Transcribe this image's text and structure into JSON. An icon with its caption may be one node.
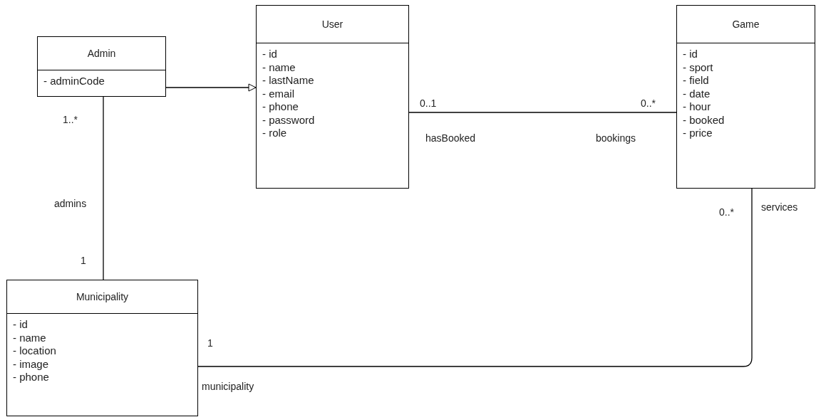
{
  "diagram": {
    "nodes": [
      {
        "text": [
          "Admin",
          "- adminCode"
        ]
      },
      {
        "text": [
          "User",
          "- id",
          "- name",
          "- lastName",
          "- email",
          "- phone",
          "- password",
          "- role"
        ]
      },
      {
        "text": [
          "Game",
          "- id",
          "- sport",
          "- field",
          "- date",
          "- hour",
          "- booked",
          "- price"
        ]
      },
      {
        "text": [
          "Municipality",
          "- id",
          "- name",
          "- location",
          "- image",
          "- phone"
        ]
      }
    ],
    "edges": [
      {
        "from": 0,
        "to": 1,
        "arrow": "to"
      },
      {
        "from": 1,
        "to": 2,
        "arrow": "none"
      },
      {
        "from": 0,
        "to": 3,
        "arrow": "none"
      },
      {
        "from": 2,
        "to": 3,
        "arrow": "none"
      }
    ],
    "labels": [
      "0..1",
      "0..*",
      "1..*",
      "hasBooked",
      "bookings",
      "admins",
      "services",
      "0..*",
      "1",
      "1",
      "municipality"
    ]
  }
}
